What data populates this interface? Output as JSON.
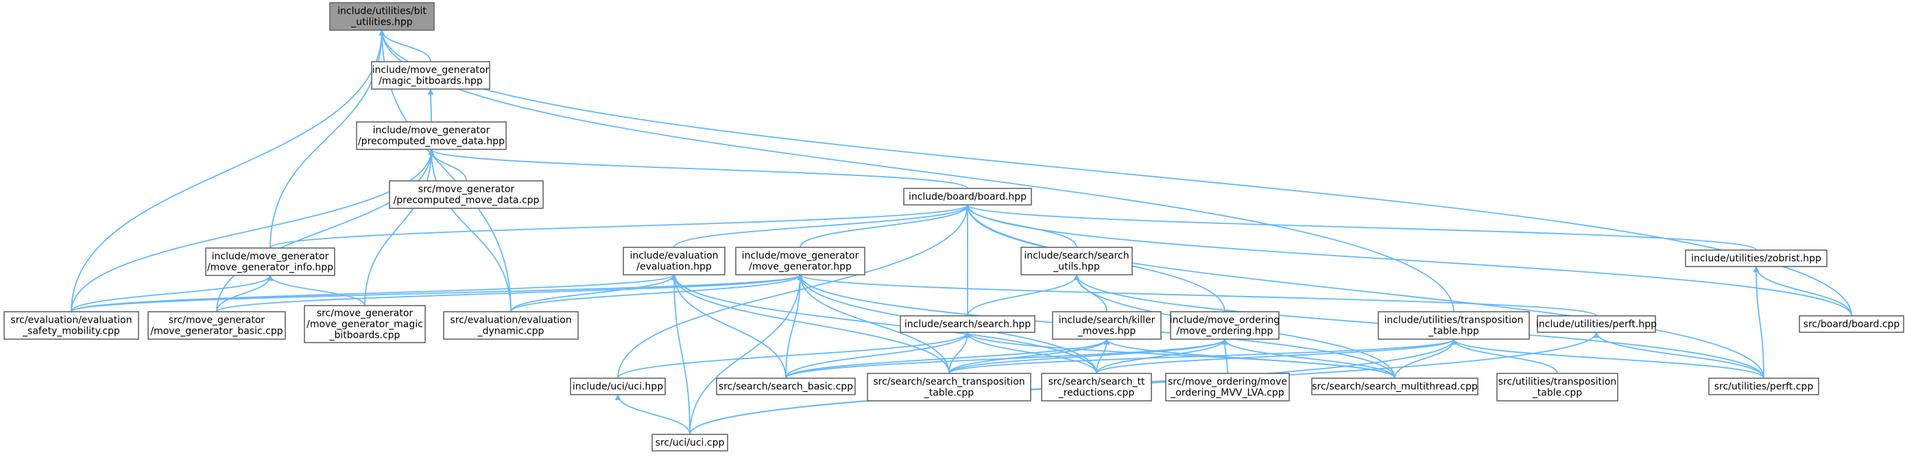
{
  "colors": {
    "edge": "#63b8ff",
    "node_border": "#666666",
    "focus_fill": "#999999",
    "node_fill": "#ffffff"
  },
  "nodes": [
    {
      "id": "bit",
      "lines": [
        "include/utilities/bit",
        "_utilities.hpp"
      ],
      "focus": true
    },
    {
      "id": "magic_hpp",
      "lines": [
        "include/move_generator",
        "/magic_bitboards.hpp"
      ]
    },
    {
      "id": "pre_hpp",
      "lines": [
        "include/move_generator",
        "/precomputed_move_data.hpp"
      ]
    },
    {
      "id": "pre_cpp",
      "lines": [
        "src/move_generator",
        "/precomputed_move_data.cpp"
      ]
    },
    {
      "id": "board_hpp",
      "lines": [
        "include/board/board.hpp"
      ]
    },
    {
      "id": "mgi_hpp",
      "lines": [
        "include/move_generator",
        "/move_generator_info.hpp"
      ]
    },
    {
      "id": "eval_hpp",
      "lines": [
        "include/evaluation",
        "/evaluation.hpp"
      ]
    },
    {
      "id": "mg_hpp",
      "lines": [
        "include/move_generator",
        "/move_generator.hpp"
      ]
    },
    {
      "id": "su_hpp",
      "lines": [
        "include/search/search",
        "_utils.hpp"
      ]
    },
    {
      "id": "zob_hpp",
      "lines": [
        "include/utilities/zobrist.hpp"
      ]
    },
    {
      "id": "esm_cpp",
      "lines": [
        "src/evaluation/evaluation",
        "_safety_mobility.cpp"
      ]
    },
    {
      "id": "mgb_cpp",
      "lines": [
        "src/move_generator",
        "/move_generator_basic.cpp"
      ]
    },
    {
      "id": "mgm_cpp",
      "lines": [
        "src/move_generator",
        "/move_generator_magic",
        "_bitboards.cpp"
      ]
    },
    {
      "id": "ed_cpp",
      "lines": [
        "src/evaluation/evaluation",
        "_dynamic.cpp"
      ]
    },
    {
      "id": "search_hpp",
      "lines": [
        "include/search/search.hpp"
      ]
    },
    {
      "id": "killer_hpp",
      "lines": [
        "include/search/killer",
        "_moves.hpp"
      ]
    },
    {
      "id": "mo_hpp",
      "lines": [
        "include/move_ordering",
        "/move_ordering.hpp"
      ]
    },
    {
      "id": "tt_hpp",
      "lines": [
        "include/utilities/transposition",
        "_table.hpp"
      ]
    },
    {
      "id": "perft_hpp",
      "lines": [
        "include/utilities/perft.hpp"
      ]
    },
    {
      "id": "board_cpp",
      "lines": [
        "src/board/board.cpp"
      ]
    },
    {
      "id": "uci_hpp",
      "lines": [
        "include/uci/uci.hpp"
      ]
    },
    {
      "id": "sb_cpp",
      "lines": [
        "src/search/search_basic.cpp"
      ]
    },
    {
      "id": "stt_cpp",
      "lines": [
        "src/search/search_transposition",
        "_table.cpp"
      ]
    },
    {
      "id": "sttr_cpp",
      "lines": [
        "src/search/search_tt",
        "_reductions.cpp"
      ]
    },
    {
      "id": "mvv_cpp",
      "lines": [
        "src/move_ordering/move",
        "_ordering_MVV_LVA.cpp"
      ]
    },
    {
      "id": "smt_cpp",
      "lines": [
        "src/search/search_multithread.cpp"
      ]
    },
    {
      "id": "utt_cpp",
      "lines": [
        "src/utilities/transposition",
        "_table.cpp"
      ]
    },
    {
      "id": "perft_cpp",
      "lines": [
        "src/utilities/perft.cpp"
      ]
    },
    {
      "id": "uci_cpp",
      "lines": [
        "src/uci/uci.cpp"
      ]
    }
  ]
}
